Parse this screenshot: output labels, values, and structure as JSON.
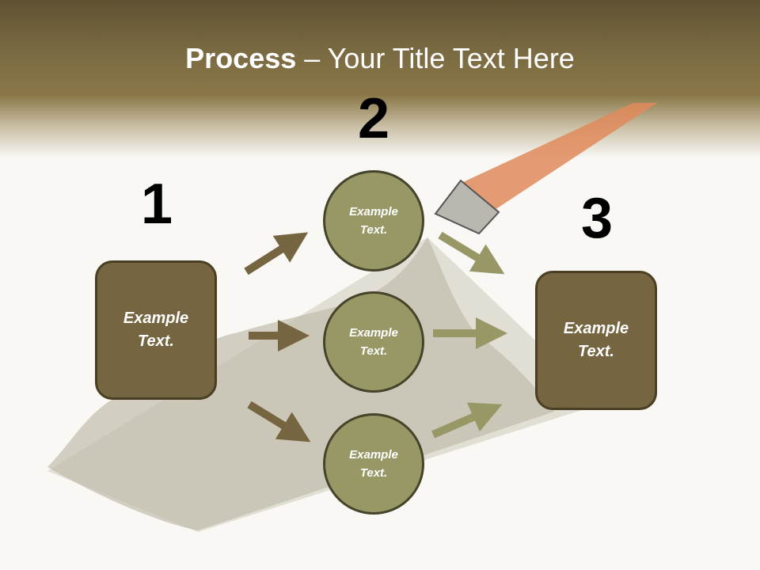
{
  "slide": {
    "title_bold": "Process",
    "title_rest": " – Your Title Text Here",
    "steps": [
      {
        "number": "1"
      },
      {
        "number": "2"
      },
      {
        "number": "3"
      }
    ],
    "source_box": {
      "text": "Example Text."
    },
    "middle_circles": [
      {
        "text": "Example Text."
      },
      {
        "text": "Example Text."
      },
      {
        "text": "Example Text."
      }
    ],
    "target_box": {
      "text": "Example Text."
    }
  },
  "colors": {
    "header": "#7a6a42",
    "box_fill": "#756540",
    "circle_fill": "#979866",
    "arrow_dark": "#756540",
    "arrow_light": "#979866",
    "background": "#f9f8f5"
  },
  "icons": {
    "background_art": "trowel-with-soil-illustration"
  }
}
